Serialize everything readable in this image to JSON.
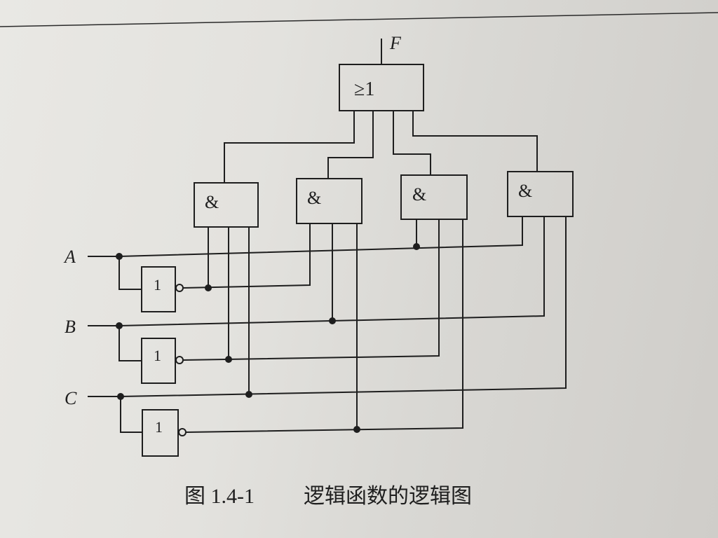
{
  "or_gate": {
    "symbol": "≥1"
  },
  "and_gates": [
    {
      "symbol": "&"
    },
    {
      "symbol": "&"
    },
    {
      "symbol": "&"
    },
    {
      "symbol": "&"
    }
  ],
  "not_gates": [
    {
      "symbol": "1"
    },
    {
      "symbol": "1"
    },
    {
      "symbol": "1"
    }
  ],
  "inputs": [
    "A",
    "B",
    "C"
  ],
  "output": "F",
  "caption": {
    "number": "图 1.4-1",
    "title": "逻辑函数的逻辑图"
  }
}
